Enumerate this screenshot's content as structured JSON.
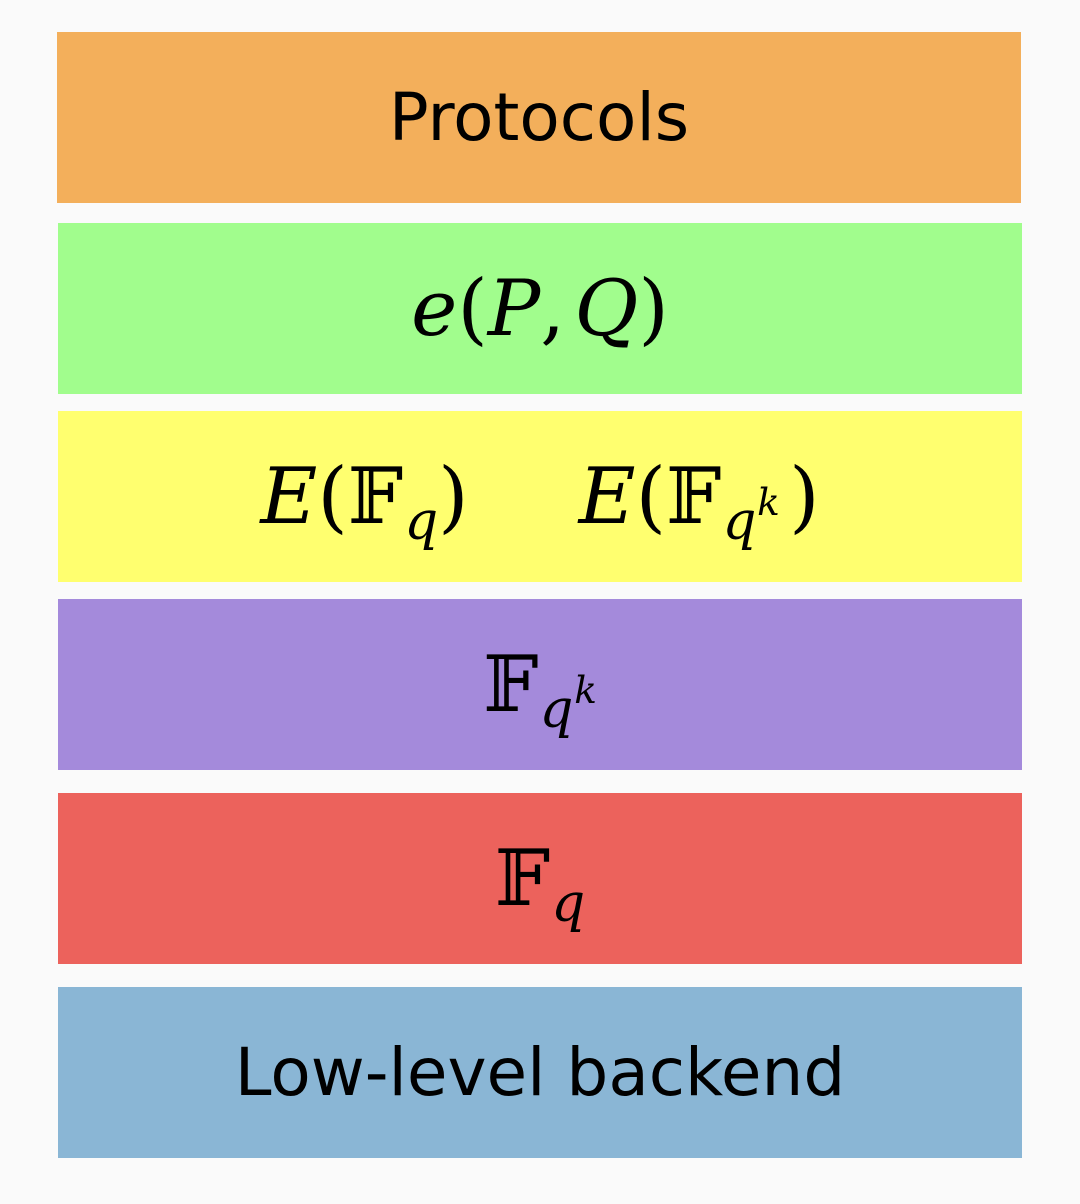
{
  "layers": [
    {
      "id": "protocols",
      "label": "Protocols",
      "color": "#f3af5b"
    },
    {
      "id": "pairing",
      "color": "#a1fd8d",
      "math": {
        "fn": "e",
        "open": "(",
        "arg1": "P",
        "comma": ",",
        "arg2": "Q",
        "close": ")"
      }
    },
    {
      "id": "curves",
      "color": "#ffff6f",
      "left": {
        "E": "E",
        "open": "(",
        "field": "𝔽",
        "sub": "q",
        "close": ")"
      },
      "right": {
        "E": "E",
        "open": "(",
        "field": "𝔽",
        "sub": "q",
        "sup": "k",
        "close": ")"
      }
    },
    {
      "id": "extension-field",
      "color": "#a48adb",
      "field": "𝔽",
      "sub": "q",
      "sup": "k"
    },
    {
      "id": "base-field",
      "color": "#ec625c",
      "field": "𝔽",
      "sub": "q"
    },
    {
      "id": "backend",
      "label": "Low-level backend",
      "color": "#8ab6d5"
    }
  ]
}
